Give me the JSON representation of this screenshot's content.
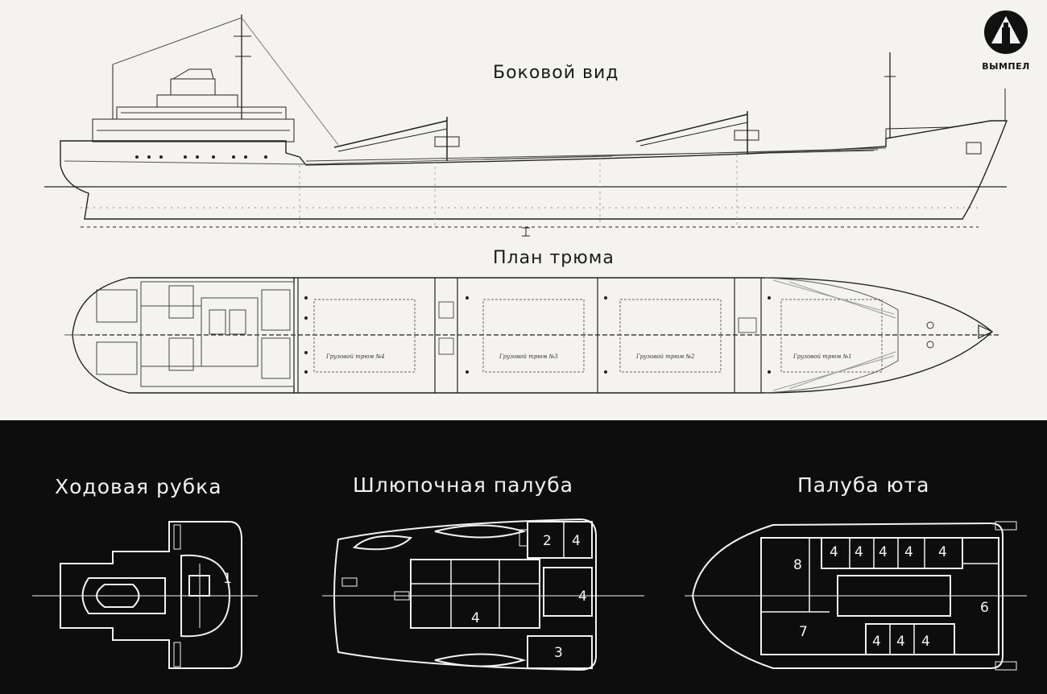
{
  "logo": {
    "text": "ВЫМПЕЛ",
    "icon": "lighthouse-emblem-icon"
  },
  "views": {
    "side": "Боковой вид",
    "hold_plan": "План трюма",
    "wheelhouse": "Ходовая рубка",
    "boat_deck": "Шлюпочная палуба",
    "poop_deck": "Палуба юта"
  },
  "hold_labels": {
    "hold4": "Грузовой трюм №4",
    "hold3": "Грузовой трюм №3",
    "hold2": "Грузовой трюм №2",
    "hold1": "Грузовой трюм №1"
  },
  "room_numbers": {
    "wheelhouse": [
      "1"
    ],
    "boat_deck": [
      "2",
      "4",
      "4",
      "4",
      "3"
    ],
    "poop_deck": [
      "8",
      "4",
      "4",
      "4",
      "4",
      "4",
      "6",
      "7",
      "4",
      "4",
      "4"
    ]
  },
  "colors": {
    "paper": "#f4f3ef",
    "ink": "#1a1a1a",
    "blueprint_bg": "#0d0d0d",
    "blueprint_line": "#f2f2f2"
  }
}
